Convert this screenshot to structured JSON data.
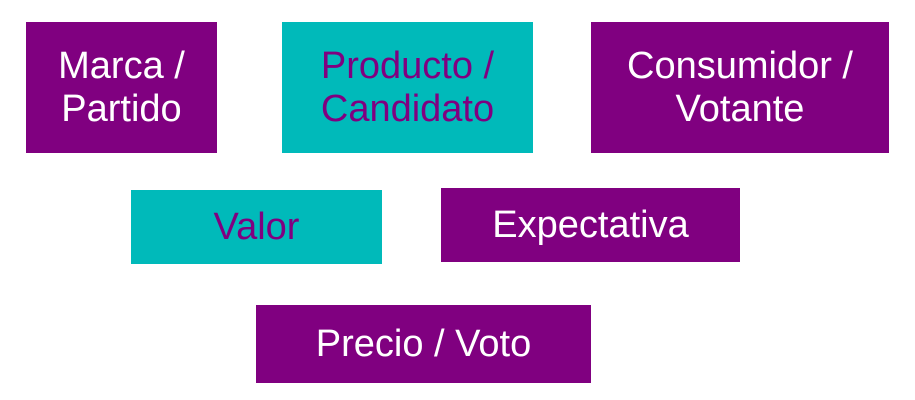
{
  "colors": {
    "purple": "#800080",
    "teal": "#00BABA",
    "white": "#FFFFFF"
  },
  "boxes": {
    "marca": {
      "text": "Marca /\nPartido"
    },
    "producto": {
      "text": "Producto /\nCandidato"
    },
    "consumidor": {
      "text": "Consumidor /\nVotante"
    },
    "valor": {
      "text": "Valor"
    },
    "expectativa": {
      "text": "Expectativa"
    },
    "precio": {
      "text": "Precio / Voto"
    }
  }
}
